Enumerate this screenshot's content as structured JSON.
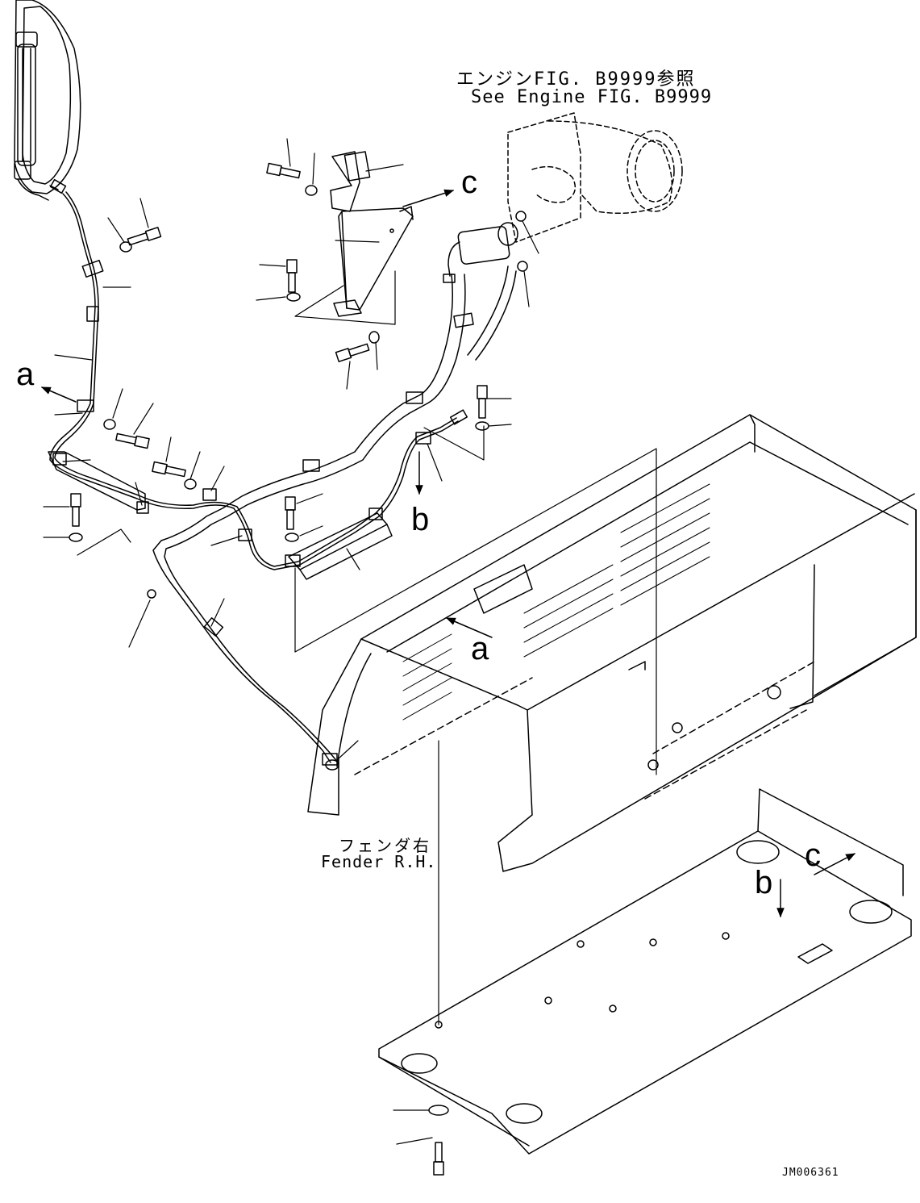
{
  "engine_ref": {
    "jp": "エンジンFIG. B9999参照",
    "en": "See Engine FIG. B9999"
  },
  "fender": {
    "jp": "フェンダ右",
    "en": "Fender R.H."
  },
  "drawing_code": "JM006361",
  "callouts": {
    "a_left": "a",
    "a_frame": "a",
    "b_harness": "b",
    "b_floor": "b",
    "c_bracket": "c",
    "c_floor": "c"
  },
  "colors": {
    "line": "#000000",
    "background": "#ffffff"
  }
}
